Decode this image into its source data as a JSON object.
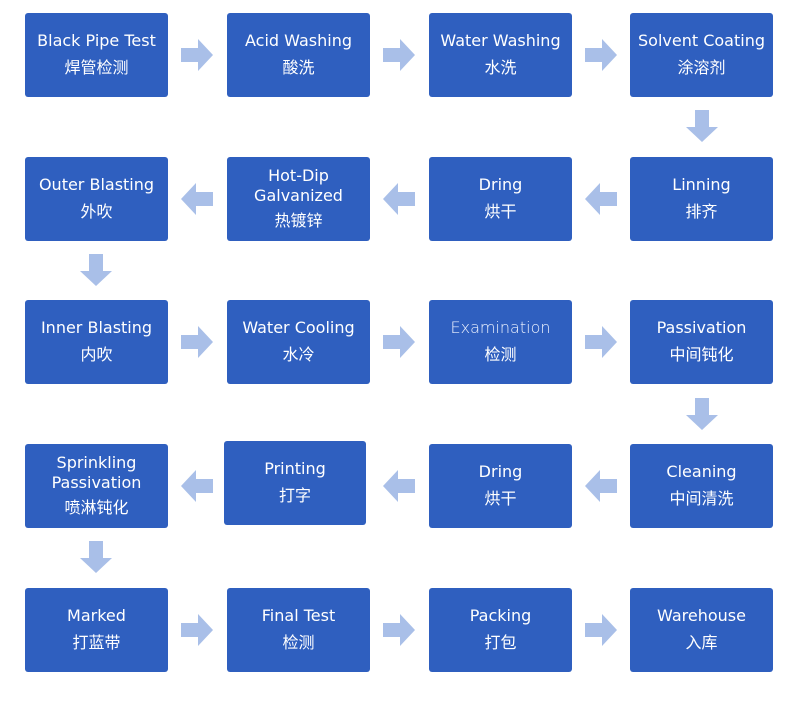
{
  "colors": {
    "box": "#2f5fbf",
    "arrow": "#a9bfe8",
    "text": "#ffffff"
  },
  "steps": [
    {
      "en": "Black Pipe Test",
      "zh": "焊管检测"
    },
    {
      "en": "Acid Washing",
      "zh": "酸洗"
    },
    {
      "en": "Water Washing",
      "zh": "水洗"
    },
    {
      "en": "Solvent Coating",
      "zh": "涂溶剂"
    },
    {
      "en": "Linning",
      "zh": "排齐"
    },
    {
      "en": "Dring",
      "zh": "烘干"
    },
    {
      "en": "Hot-Dip\nGalvanized",
      "zh": "热镀锌"
    },
    {
      "en": "Outer Blasting",
      "zh": "外吹"
    },
    {
      "en": "Inner Blasting",
      "zh": "内吹"
    },
    {
      "en": "Water Cooling",
      "zh": "水冷"
    },
    {
      "en": "Examination",
      "zh": "检测"
    },
    {
      "en": "Passivation",
      "zh": "中间钝化"
    },
    {
      "en": "Cleaning",
      "zh": "中间清洗"
    },
    {
      "en": "Dring",
      "zh": "烘干"
    },
    {
      "en": "Printing",
      "zh": "打字"
    },
    {
      "en": "Sprinkling\nPassivation",
      "zh": "喷淋钝化"
    },
    {
      "en": "Marked",
      "zh": "打蓝带"
    },
    {
      "en": "Final Test",
      "zh": "检测"
    },
    {
      "en": "Packing",
      "zh": "打包"
    },
    {
      "en": "Warehouse",
      "zh": "入库"
    }
  ]
}
